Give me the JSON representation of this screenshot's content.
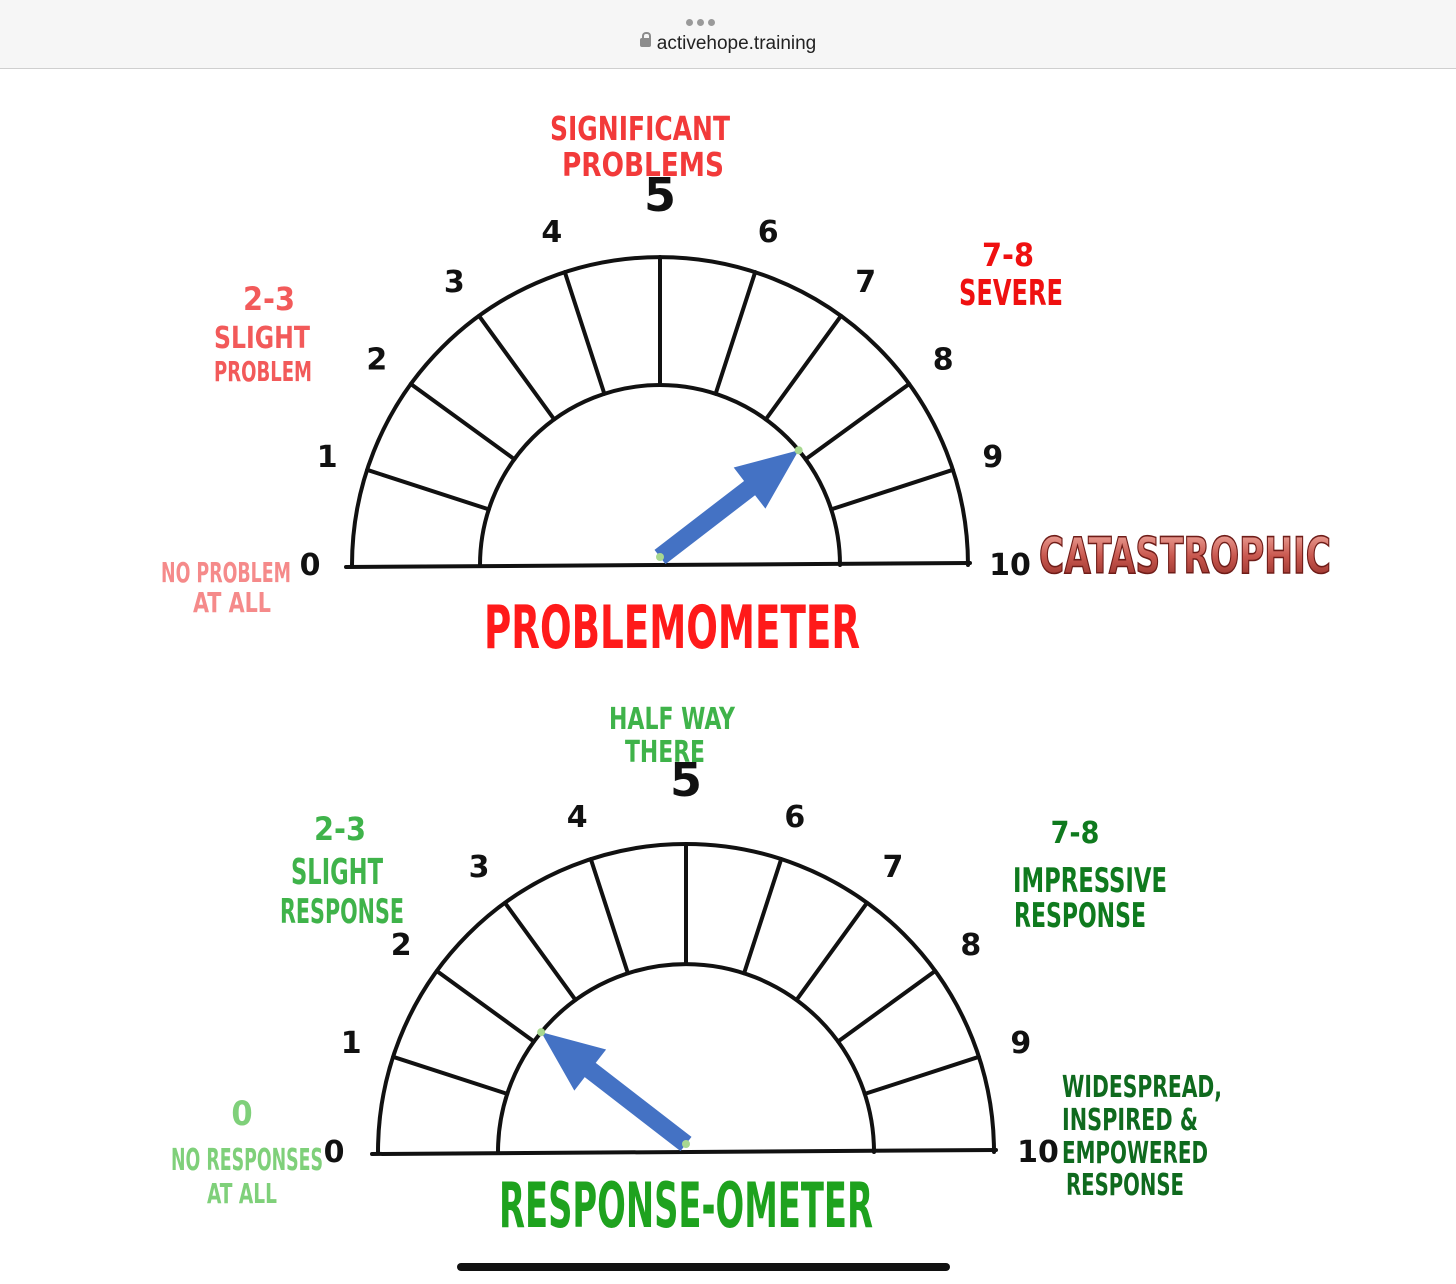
{
  "browser": {
    "url": "activehope.training"
  },
  "problemometer": {
    "title": "PROBLEMOMETER",
    "ticks": [
      "0",
      "1",
      "2",
      "3",
      "4",
      "5",
      "6",
      "7",
      "8",
      "9",
      "10"
    ],
    "zone_labels": {
      "none_line1": "NO PROBLEM",
      "none_line2": "AT ALL",
      "slight_range": "2-3",
      "slight_line1": "SLIGHT",
      "slight_line2": "PROBLEM",
      "significant_line1": "SIGNIFICANT",
      "significant_line2": "PROBLEMS",
      "severe_range": "7-8",
      "severe_line1": "SEVERE",
      "catastrophic": "CATASTROPHIC"
    },
    "needle_value": 7.8,
    "colors": {
      "title": "#ff1a1a",
      "labels": "#f25a5a",
      "light": "#f58a8a",
      "severe": "#ef1010",
      "catastrophic": "#b2403a"
    }
  },
  "responseometer": {
    "title": "RESPONSE-OMETER",
    "ticks": [
      "0",
      "1",
      "2",
      "3",
      "4",
      "5",
      "6",
      "7",
      "8",
      "9",
      "10"
    ],
    "zone_labels": {
      "none_value": "0",
      "none_line1": "NO RESPONSES",
      "none_line2": "AT ALL",
      "slight_range": "2-3",
      "slight_line1": "SLIGHT",
      "slight_line2": "RESPONSE",
      "halfway_line1": "HALF WAY",
      "halfway_line2": "THERE",
      "impressive_range": "7-8",
      "impressive_line1": "IMPRESSIVE",
      "impressive_line2": "RESPONSE",
      "widespread_line1": "WIDESPREAD,",
      "widespread_line2": "INSPIRED &",
      "widespread_line3": "EMPOWERED",
      "widespread_line4": "RESPONSE"
    },
    "needle_value": 2.2,
    "colors": {
      "title": "#1ea21e",
      "labels": "#3fb34a",
      "light": "#7fd07a",
      "dark": "#0f7a1e"
    }
  },
  "needle_color": "#4472c4"
}
